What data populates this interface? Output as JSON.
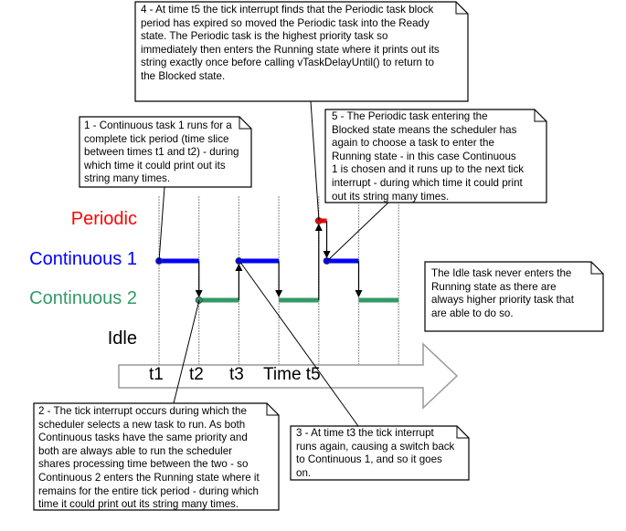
{
  "rows": [
    {
      "label": "Periodic",
      "color": "#ff0000"
    },
    {
      "label": "Continuous 1",
      "color": "#0000ff"
    },
    {
      "label": "Continuous 2",
      "color": "#339966"
    },
    {
      "label": "Idle",
      "color": "#000000"
    }
  ],
  "time_axis": {
    "ticks": [
      "t1",
      "t2",
      "t3",
      "Time t5"
    ]
  },
  "timeline": {
    "tick_count": 7,
    "segments": [
      {
        "row": 1,
        "from": 0,
        "to": 1
      },
      {
        "row": 2,
        "from": 1,
        "to": 2
      },
      {
        "row": 1,
        "from": 2,
        "to": 3
      },
      {
        "row": 2,
        "from": 3,
        "to": 4
      },
      {
        "row": 0,
        "from": 4,
        "to": 4.2
      },
      {
        "row": 1,
        "from": 4.2,
        "to": 5
      },
      {
        "row": 2,
        "from": 5,
        "to": 6
      }
    ]
  },
  "callouts": {
    "c1": [
      "1 - Continuous task 1 runs for a",
      "complete tick period (time slice",
      "between times t1 and t2) - during",
      "which time it could print out its",
      "string many times."
    ],
    "c2": [
      "2 - The tick interrupt occurs during which the",
      "scheduler selects a new task to run.  As both",
      "Continuous tasks have the same priority and",
      "both are always able to run the scheduler",
      "shares processing time between the two - so",
      "Continuous 2 enters the Running state where it",
      "remains for the entire tick period - during which",
      "time it could print out its string many times."
    ],
    "c3": [
      "3 - At time t3 the tick interrupt",
      "runs again, causing a switch back",
      "to Continuous 1, and so it goes",
      "on."
    ],
    "c4": [
      "4 - At time t5 the tick interrupt finds that the Periodic task block",
      "period has expired so moved the Periodic task into the Ready",
      "state.  The Periodic task is the highest priority task so",
      "immediately then enters the Running state where it prints out its",
      "string exactly once before calling vTaskDelayUntil() to return to",
      "the Blocked state."
    ],
    "c5": [
      "5 - The Periodic task entering the",
      "Blocked state means the scheduler has",
      "again to choose a task to enter the",
      "Running state - in this case Continuous",
      "1 is chosen and it runs up to the next tick",
      "interrupt - during which time it could print",
      "out its string many times."
    ],
    "idle": [
      "The Idle task never enters the",
      "Running state as there are",
      "always higher priority task that",
      "are able to do so."
    ]
  }
}
